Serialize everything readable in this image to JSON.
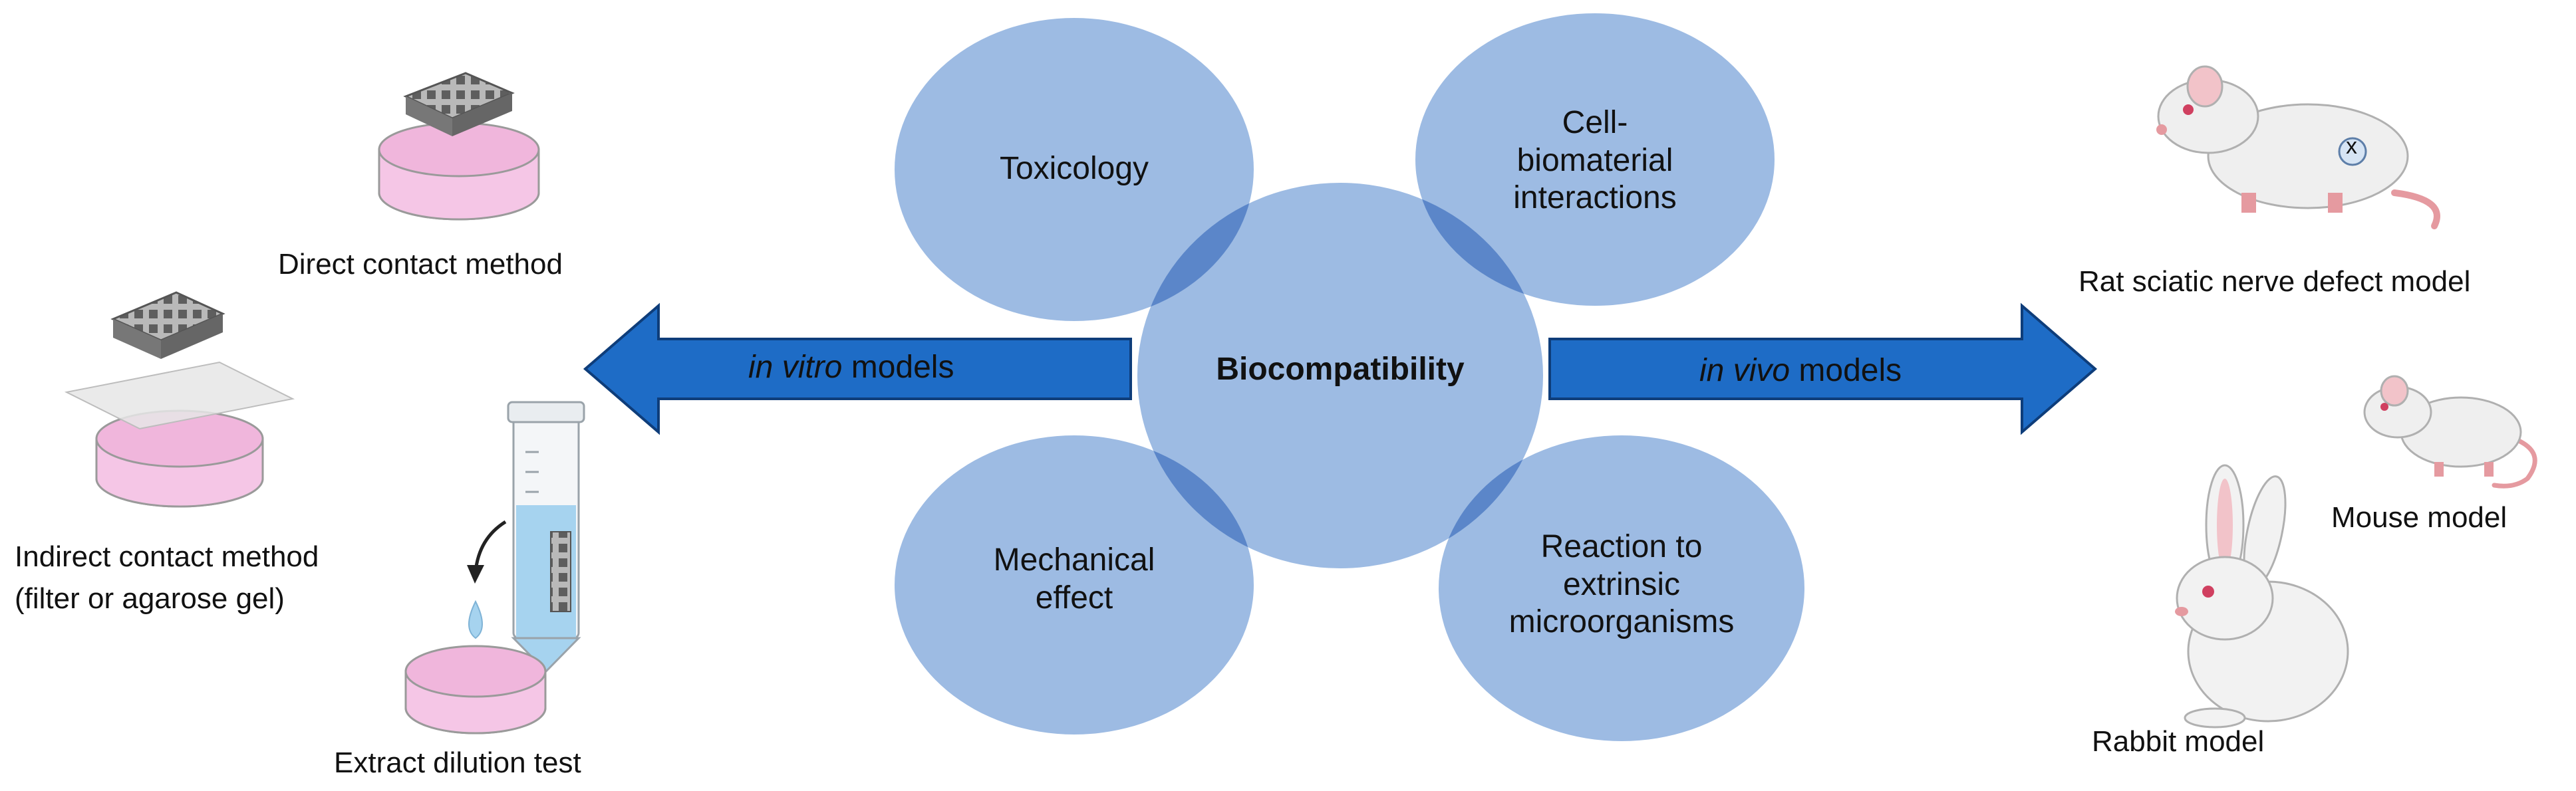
{
  "center": {
    "label": "Biocompatibility"
  },
  "petals": {
    "toxicology": "Toxicology",
    "cell_interactions": [
      "Cell-",
      "biomaterial",
      "interactions"
    ],
    "mechanical": [
      "Mechanical",
      "effect"
    ],
    "reaction": [
      "Reaction to",
      "extrinsic",
      "microorganisms"
    ]
  },
  "arrows": {
    "left": {
      "italic": "in vitro",
      "rest": " models"
    },
    "right": {
      "italic": "in vivo",
      "rest": " models"
    }
  },
  "in_vitro": {
    "direct": "Direct contact method",
    "indirect_line1": "Indirect contact method",
    "indirect_line2": "(filter or agarose gel)",
    "extract": "Extract dilution test"
  },
  "in_vivo": {
    "rat": "Rat sciatic nerve defect model",
    "rat_marker": "x",
    "mouse": "Mouse model",
    "rabbit": "Rabbit model"
  },
  "colors": {
    "petal_fill": "#9dbbe3",
    "overlap_fill": "#5b86c9",
    "arrow_fill": "#1e6cc6",
    "arrow_stroke": "#0e3d7a",
    "dish_pink": "#f5c6e6",
    "scaffold_gray": "#8e8e8e"
  }
}
